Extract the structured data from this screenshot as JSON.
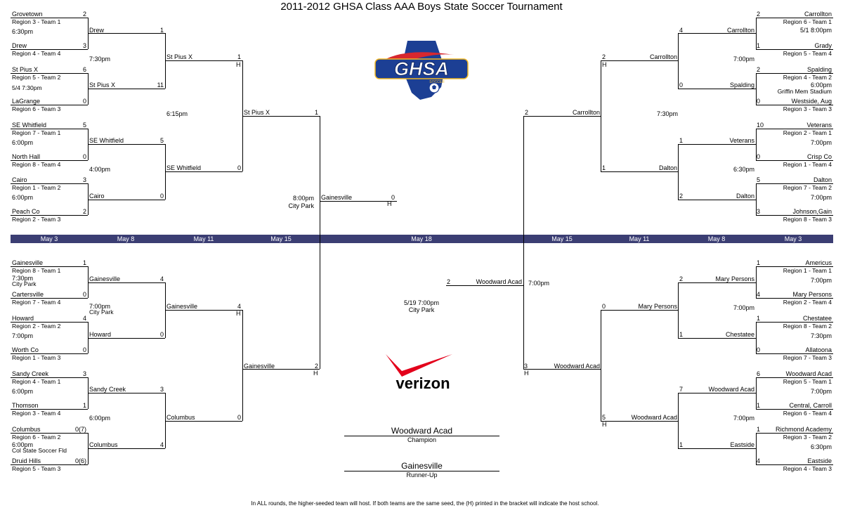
{
  "title": "2011-2012 GHSA Class AAA Boys State Soccer Tournament",
  "footer": "In ALL rounds, the higher-seeded team will host.  If both teams are the same seed, the (H) printed in the bracket will indicate the host school.",
  "logo": {
    "text": "GHSA",
    "subtext": "SOCCER",
    "colors": {
      "blue": "#1c3f94",
      "red": "#d7282f",
      "gold": "#f2b824"
    }
  },
  "sponsor": {
    "text": "verizon",
    "check_color": "#e3001b"
  },
  "dates": [
    "May 3",
    "May 8",
    "May 11",
    "May 15",
    "May 18",
    "May 15",
    "May 11",
    "May 8",
    "May 3"
  ],
  "champion": {
    "name": "Woodward Acad",
    "label": "Champion"
  },
  "runner_up": {
    "name": "Gainesville",
    "label": "Runner-Up"
  },
  "left_top": {
    "r1": [
      {
        "team": "Grovetown",
        "score": "2",
        "seed": "Region 3 - Team 1"
      },
      {
        "team": "Drew",
        "score": "3",
        "seed": "Region 4 - Team 4"
      },
      {
        "team": "St Pius X",
        "score": "6",
        "seed": "Region 5 - Team 2"
      },
      {
        "team": "LaGrange",
        "score": "0",
        "seed": "Region 6 - Team 3"
      },
      {
        "team": "SE Whitfield",
        "score": "5",
        "seed": "Region 7 - Team 1"
      },
      {
        "team": "North Hall",
        "score": "0",
        "seed": "Region 8 - Team 4"
      },
      {
        "team": "Cairo",
        "score": "3",
        "seed": "Region 1 - Team 2"
      },
      {
        "team": "Peach Co",
        "score": "2",
        "seed": "Region 2 - Team 3"
      }
    ],
    "r1_times": [
      "6:30pm",
      "5/4 7:30pm",
      "6:00pm",
      "6:00pm"
    ],
    "r2": [
      {
        "team": "Drew",
        "score": "1"
      },
      {
        "team": "St Pius X",
        "score": "11"
      },
      {
        "team": "SE Whitfield",
        "score": "5"
      },
      {
        "team": "Cairo",
        "score": "0"
      }
    ],
    "r2_times": [
      "7:30pm",
      "4:00pm"
    ],
    "r3": [
      {
        "team": "St Pius X",
        "score": "1",
        "host": "H"
      },
      {
        "team": "SE Whitfield",
        "score": "0"
      }
    ],
    "r3_time": "6:15pm",
    "r4": {
      "team": "St Pius X",
      "score": "1"
    }
  },
  "left_bottom": {
    "r1": [
      {
        "team": "Gainesville",
        "score": "1",
        "seed": "Region 8 - Team 1"
      },
      {
        "team": "Cartersville",
        "score": "0",
        "seed": "Region 7 - Team 4"
      },
      {
        "team": "Howard",
        "score": "4",
        "seed": "Region 2 - Team 2"
      },
      {
        "team": "Worth Co",
        "score": "0",
        "seed": "Region 1 - Team 3"
      },
      {
        "team": "Sandy Creek",
        "score": "3",
        "seed": "Region 4 - Team 1"
      },
      {
        "team": "Thomson",
        "score": "1",
        "seed": "Region 3 - Team 4"
      },
      {
        "team": "Columbus",
        "score": "0(7)",
        "seed": "Region 6 - Team 2"
      },
      {
        "team": "Druid Hills",
        "score": "0(6)",
        "seed": "Region 5 - Team 3"
      }
    ],
    "r1_times": [
      "7:30pm",
      "7:00pm",
      "6:00pm",
      "6:00pm"
    ],
    "r1_venues": [
      "City Park",
      "",
      "",
      "Col State Soccer Fld"
    ],
    "r2": [
      {
        "team": "Gainesville",
        "score": "4"
      },
      {
        "team": "Howard",
        "score": "0"
      },
      {
        "team": "Sandy Creek",
        "score": "3"
      },
      {
        "team": "Columbus",
        "score": "4"
      }
    ],
    "r2_times": [
      "7:00pm",
      "6:00pm"
    ],
    "r2_venue": "City Park",
    "r3": [
      {
        "team": "Gainesville",
        "score": "4",
        "host": "H"
      },
      {
        "team": "Columbus",
        "score": "0"
      }
    ],
    "r4": {
      "team": "Gainesville",
      "score": "2",
      "host": "H"
    }
  },
  "final_left": {
    "team": "Gainesville",
    "score": "0",
    "host": "H",
    "time": "8:00pm",
    "venue": "City Park"
  },
  "right_top": {
    "r1": [
      {
        "team": "Carrollton",
        "score": "2",
        "seed": "Region 6 - Team 1"
      },
      {
        "team": "Grady",
        "score": "1",
        "seed": "Region 5 - Team 4"
      },
      {
        "team": "Spalding",
        "score": "2",
        "seed": "Region 4 - Team 2"
      },
      {
        "team": "Westside, Aug",
        "score": "0",
        "seed": "Region 3 - Team 3"
      },
      {
        "team": "Veterans",
        "score": "10",
        "seed": "Region 2 - Team 1"
      },
      {
        "team": "Crisp Co",
        "score": "0",
        "seed": "Region 1 - Team 4"
      },
      {
        "team": "Dalton",
        "score": "5",
        "seed": "Region 7 - Team 2"
      },
      {
        "team": "Johnson,Gain",
        "score": "3",
        "seed": "Region 8 - Team 3"
      }
    ],
    "r1_times": [
      "5/1 8:00pm",
      "6:00pm",
      "7:00pm",
      "7:00pm"
    ],
    "r1_venue": "Griffin Mem Stadium",
    "r2": [
      {
        "team": "Carrollton",
        "score": "4"
      },
      {
        "team": "Spalding",
        "score": "0"
      },
      {
        "team": "Veterans",
        "score": "1"
      },
      {
        "team": "Dalton",
        "score": "2"
      }
    ],
    "r2_times": [
      "7:00pm",
      "6:30pm"
    ],
    "r3": [
      {
        "team": "Carrollton",
        "score": "2",
        "host": "H"
      },
      {
        "team": "Dalton",
        "score": "1"
      }
    ],
    "r3_time": "7:30pm",
    "r4": {
      "team": "Carrollton",
      "score": "2"
    }
  },
  "right_bottom": {
    "r1": [
      {
        "team": "Americus",
        "score": "1",
        "seed": "Region 1 - Team 1"
      },
      {
        "team": "Mary Persons",
        "score": "4",
        "seed": "Region 2 - Team 4"
      },
      {
        "team": "Chestatee",
        "score": "1",
        "seed": "Region 8 - Team 2"
      },
      {
        "team": "Allatoona",
        "score": "0",
        "seed": "Region 7 - Team 3"
      },
      {
        "team": "Woodward Acad",
        "score": "6",
        "seed": "Region 5 - Team 1"
      },
      {
        "team": "Central, Carroll",
        "score": "1",
        "seed": "Region 6 - Team 4"
      },
      {
        "team": "Richmond Academy",
        "score": "1",
        "seed": "Region 3 - Team 2"
      },
      {
        "team": "Eastside",
        "score": "4",
        "seed": "Region 4 - Team 3"
      }
    ],
    "r1_times": [
      "7:00pm",
      "7:30pm",
      "7:00pm",
      "6:30pm"
    ],
    "r2": [
      {
        "team": "Mary Persons",
        "score": "2"
      },
      {
        "team": "Chestatee",
        "score": "1"
      },
      {
        "team": "Woodward Acad",
        "score": "7"
      },
      {
        "team": "Eastside",
        "score": "1"
      }
    ],
    "r2_times": [
      "7:00pm",
      "7:00pm"
    ],
    "r3": [
      {
        "team": "Mary Persons",
        "score": "0"
      },
      {
        "team": "Woodward Acad",
        "score": "5",
        "host": "H"
      }
    ],
    "r4": {
      "team": "Woodward Acad",
      "score": "3",
      "host": "H"
    },
    "r4_time": "7:00pm"
  },
  "final_right": {
    "team": "Woodward Acad",
    "score": "2",
    "time": "5/19 7:00pm",
    "venue": "City Park"
  }
}
